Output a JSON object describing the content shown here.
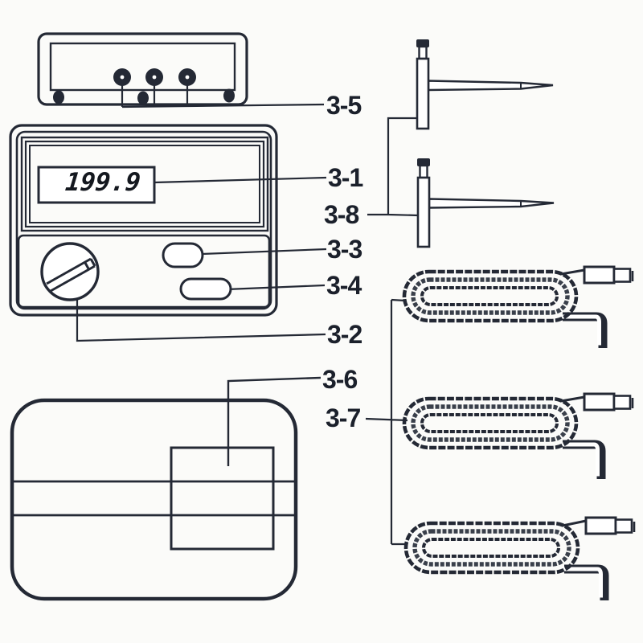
{
  "figure": {
    "display_value": "199.9",
    "callouts": {
      "c3_5": "3-5",
      "c3_1": "3-1",
      "c3_8": "3-8",
      "c3_3": "3-3",
      "c3_4": "3-4",
      "c3_2": "3-2",
      "c3_6": "3-6",
      "c3_7": "3-7"
    },
    "colors": {
      "ink": "#242935",
      "paper": "#fbfbf9",
      "coil_texture": "#3a404b"
    }
  }
}
